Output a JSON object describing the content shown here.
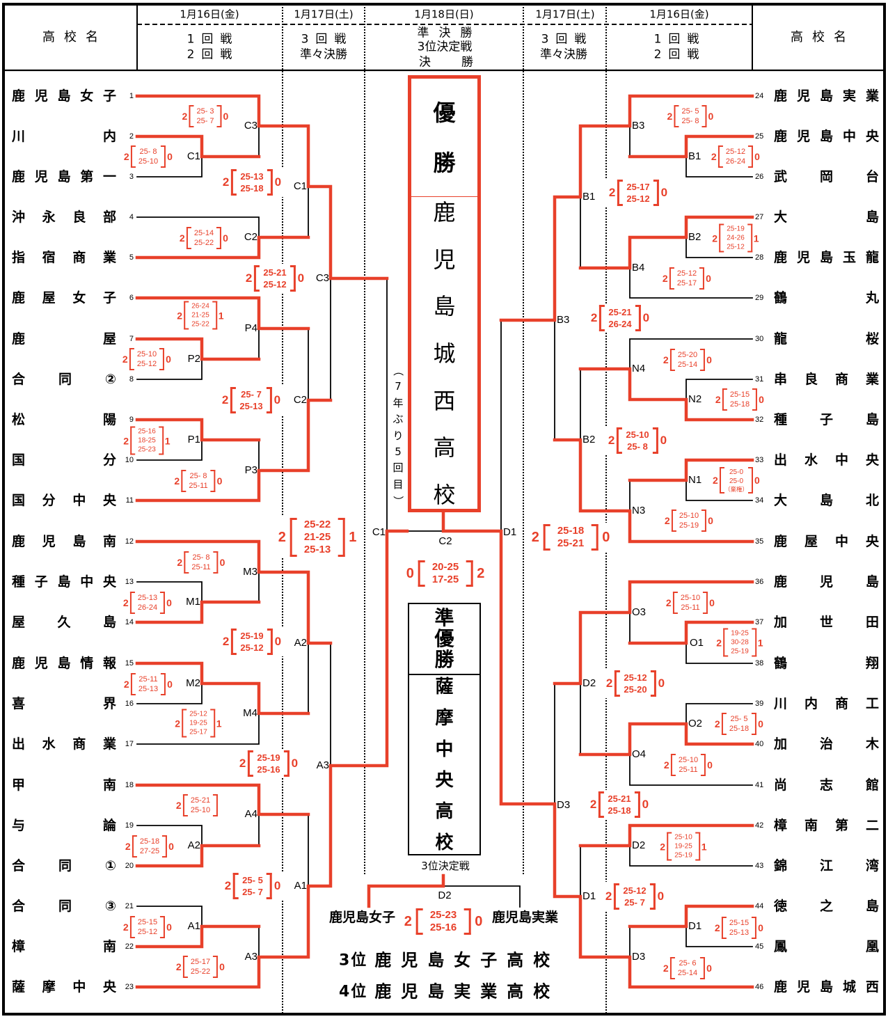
{
  "header": {
    "school_col": "高校名",
    "left_early": {
      "date": "1月16日(金)",
      "rounds": [
        "1回戦",
        "2回戦"
      ]
    },
    "left_late": {
      "date": "1月17日(土)",
      "rounds": [
        "3回戦",
        "準々決勝"
      ]
    },
    "center": {
      "date": "1月18日(日)",
      "rounds": [
        "準決勝",
        "3位決定戦",
        "決勝"
      ]
    },
    "right_late": {
      "date": "1月17日(土)",
      "rounds": [
        "3回戦",
        "準々決勝"
      ]
    },
    "right_early": {
      "date": "1月16日(金)",
      "rounds": [
        "1回戦",
        "2回戦"
      ]
    }
  },
  "colors": {
    "winner_path": "#e8402a",
    "loser_path": "#000000"
  },
  "teams": [
    {
      "no": "1",
      "name": "鹿児島女子"
    },
    {
      "no": "2",
      "name": "川内"
    },
    {
      "no": "3",
      "name": "鹿児島第一"
    },
    {
      "no": "4",
      "name": "沖永良部"
    },
    {
      "no": "5",
      "name": "指宿商業"
    },
    {
      "no": "6",
      "name": "鹿屋女子"
    },
    {
      "no": "7",
      "name": "鹿屋"
    },
    {
      "no": "8",
      "name": "合同②"
    },
    {
      "no": "9",
      "name": "松陽"
    },
    {
      "no": "10",
      "name": "国分"
    },
    {
      "no": "11",
      "name": "国分中央"
    },
    {
      "no": "12",
      "name": "鹿児島南"
    },
    {
      "no": "13",
      "name": "種子島中央"
    },
    {
      "no": "14",
      "name": "屋久島"
    },
    {
      "no": "15",
      "name": "鹿児島情報"
    },
    {
      "no": "16",
      "name": "喜界"
    },
    {
      "no": "17",
      "name": "出水商業"
    },
    {
      "no": "18",
      "name": "甲南"
    },
    {
      "no": "19",
      "name": "与論"
    },
    {
      "no": "20",
      "name": "合同①"
    },
    {
      "no": "21",
      "name": "合同③"
    },
    {
      "no": "22",
      "name": "樟南"
    },
    {
      "no": "23",
      "name": "薩摩中央"
    },
    {
      "no": "24",
      "name": "鹿児島実業"
    },
    {
      "no": "25",
      "name": "鹿児島中央"
    },
    {
      "no": "26",
      "name": "武岡台"
    },
    {
      "no": "27",
      "name": "大島"
    },
    {
      "no": "28",
      "name": "鹿児島玉龍"
    },
    {
      "no": "29",
      "name": "鶴丸"
    },
    {
      "no": "30",
      "name": "龍桜"
    },
    {
      "no": "31",
      "name": "串良商業"
    },
    {
      "no": "32",
      "name": "種子島"
    },
    {
      "no": "33",
      "name": "出水中央"
    },
    {
      "no": "34",
      "name": "大島北"
    },
    {
      "no": "35",
      "name": "鹿屋中央"
    },
    {
      "no": "36",
      "name": "鹿児島"
    },
    {
      "no": "37",
      "name": "加世田"
    },
    {
      "no": "38",
      "name": "鶴翔"
    },
    {
      "no": "39",
      "name": "川内商工"
    },
    {
      "no": "40",
      "name": "加治木"
    },
    {
      "no": "41",
      "name": "尚志館"
    },
    {
      "no": "42",
      "name": "樟南第二"
    },
    {
      "no": "43",
      "name": "錦江湾"
    },
    {
      "no": "44",
      "name": "徳之島"
    },
    {
      "no": "45",
      "name": "鳳凰"
    },
    {
      "no": "46",
      "name": "鹿児島城西"
    }
  ],
  "matches": {
    "L_r1_C1": {
      "label": "C1",
      "round": "1回戦",
      "teams": [
        2,
        3
      ],
      "winner": 2,
      "left_score": "2",
      "sets": [
        "25- 8",
        "25-10"
      ],
      "right_score": "0"
    },
    "L_r2_C3": {
      "label": "C3",
      "round": "2回戦",
      "teams": [
        1,
        2
      ],
      "winner": 1,
      "left_score": "2",
      "sets": [
        "25- 3",
        "25- 7"
      ],
      "right_score": "0"
    },
    "L_r2_C2": {
      "label": "C2",
      "round": "2回戦",
      "teams": [
        4,
        5
      ],
      "winner": 5,
      "left_score": "2",
      "sets": [
        "25-14",
        "25-22"
      ],
      "right_score": "0"
    },
    "L_r3_C1": {
      "label": "C1",
      "round": "3回戦",
      "teams": [
        1,
        5
      ],
      "winner": 1,
      "left_score": "2",
      "sets": [
        "25-13",
        "25-18"
      ],
      "right_score": "0"
    },
    "L_qf_C3": {
      "label": "C3",
      "round": "準々決勝",
      "teams": [
        1,
        11
      ],
      "winner": 1,
      "left_score": "2",
      "sets": [
        "25-21",
        "25-12"
      ],
      "right_score": "0"
    },
    "L_r2_P4": {
      "label": "P4",
      "round": "2回戦",
      "teams": [
        6,
        7
      ],
      "winner": 6,
      "left_score": "2",
      "sets": [
        "26-24",
        "21-25",
        "25-22"
      ],
      "right_score": "1"
    },
    "L_r1_P2": {
      "label": "P2",
      "round": "1回戦",
      "teams": [
        7,
        8
      ],
      "winner": 7,
      "left_score": "2",
      "sets": [
        "25-10",
        "25-12"
      ],
      "right_score": "0"
    },
    "L_r3_C2": {
      "label": "C2",
      "round": "3回戦",
      "teams": [
        6,
        11
      ],
      "winner": 11,
      "left_score": "2",
      "sets": [
        "25- 7",
        "25-13"
      ],
      "right_score": "0"
    },
    "L_r1_P1": {
      "label": "P1",
      "round": "1回戦",
      "teams": [
        9,
        10
      ],
      "winner": 9,
      "left_score": "2",
      "sets": [
        "25-16",
        "18-25",
        "25-23"
      ],
      "right_score": "1"
    },
    "L_r2_P3": {
      "label": "P3",
      "round": "2回戦",
      "teams": [
        9,
        11
      ],
      "winner": 11,
      "left_score": "2",
      "sets": [
        "25- 8",
        "25-11"
      ],
      "right_score": "0"
    },
    "L_sf_C1": {
      "label": "C1",
      "round": "準決勝",
      "teams": [
        1,
        23
      ],
      "winner": 23,
      "left_score": "2",
      "sets": [
        "25-22",
        "21-25",
        "25-13"
      ],
      "right_score": "1"
    },
    "L_r2_M3": {
      "label": "M3",
      "round": "2回戦",
      "teams": [
        12,
        14
      ],
      "winner": 12,
      "left_score": "2",
      "sets": [
        "25- 8",
        "25-11"
      ],
      "right_score": "0"
    },
    "L_r1_M1": {
      "label": "M1",
      "round": "1回戦",
      "teams": [
        13,
        14
      ],
      "winner": 14,
      "left_score": "2",
      "sets": [
        "25-13",
        "26-24"
      ],
      "right_score": "0"
    },
    "L_r3_A2": {
      "label": "A2",
      "round": "3回戦",
      "teams": [
        12,
        15
      ],
      "winner": 12,
      "left_score": "2",
      "sets": [
        "25-19",
        "25-12"
      ],
      "right_score": "0"
    },
    "L_r1_M2": {
      "label": "M2",
      "round": "1回戦",
      "teams": [
        15,
        16
      ],
      "winner": 15,
      "left_score": "2",
      "sets": [
        "25-11",
        "25-13"
      ],
      "right_score": "0"
    },
    "L_r2_M4": {
      "label": "M4",
      "round": "2回戦",
      "teams": [
        15,
        17
      ],
      "winner": 15,
      "left_score": "2",
      "sets": [
        "25-12",
        "19-25",
        "25-17"
      ],
      "right_score": "1"
    },
    "L_qf_A3": {
      "label": "A3",
      "round": "準々決勝",
      "teams": [
        12,
        23
      ],
      "winner": 23,
      "left_score": "2",
      "sets": [
        "25-19",
        "25-16"
      ],
      "right_score": "0"
    },
    "L_r2_A4": {
      "label": "A4",
      "round": "2回戦",
      "teams": [
        18,
        20
      ],
      "winner": 18,
      "left_score": "2",
      "sets": [
        "25-21",
        "25-10"
      ],
      "right_score": ""
    },
    "L_r1_A2": {
      "label": "A2",
      "round": "1回戦",
      "teams": [
        19,
        20
      ],
      "winner": 20,
      "left_score": "2",
      "sets": [
        "25-18",
        "27-25"
      ],
      "right_score": "0"
    },
    "L_r3_A1": {
      "label": "A1",
      "round": "3回戦",
      "teams": [
        18,
        23
      ],
      "winner": 23,
      "left_score": "2",
      "sets": [
        "25- 5",
        "25- 7"
      ],
      "right_score": "0"
    },
    "L_r1_A1": {
      "label": "A1",
      "round": "1回戦",
      "teams": [
        21,
        22
      ],
      "winner": 22,
      "left_score": "2",
      "sets": [
        "25-15",
        "25-12"
      ],
      "right_score": "0"
    },
    "L_r2_A3": {
      "label": "A3",
      "round": "2回戦",
      "teams": [
        22,
        23
      ],
      "winner": 23,
      "left_score": "2",
      "sets": [
        "25-17",
        "25-22"
      ],
      "right_score": "0"
    },
    "R_r2_B3": {
      "label": "B3",
      "round": "2回戦",
      "teams": [
        24,
        25
      ],
      "winner": 24,
      "left_score": "2",
      "sets": [
        "25- 5",
        "25- 8"
      ],
      "right_score": "0"
    },
    "R_r1_B1": {
      "label": "B1",
      "round": "1回戦",
      "teams": [
        25,
        26
      ],
      "winner": 25,
      "left_score": "2",
      "sets": [
        "25-12",
        "26-24"
      ],
      "right_score": "0"
    },
    "R_r3_B1": {
      "label": "B1",
      "round": "3回戦",
      "teams": [
        24,
        27
      ],
      "winner": 24,
      "left_score": "2",
      "sets": [
        "25-17",
        "25-12"
      ],
      "right_score": "0"
    },
    "R_r1_B2": {
      "label": "B2",
      "round": "1回戦",
      "teams": [
        27,
        28
      ],
      "winner": 27,
      "left_score": "2",
      "sets": [
        "25-19",
        "24-26",
        "25-12"
      ],
      "right_score": "1"
    },
    "R_r2_B4": {
      "label": "B4",
      "round": "2回戦",
      "teams": [
        27,
        29
      ],
      "winner": 27,
      "left_score": "2",
      "sets": [
        "25-12",
        "25-17"
      ],
      "right_score": "0"
    },
    "R_qf_B3": {
      "label": "B3",
      "round": "準々決勝",
      "teams": [
        24,
        35
      ],
      "winner": 24,
      "left_score": "2",
      "sets": [
        "25-21",
        "26-24"
      ],
      "right_score": "0"
    },
    "R_r2_N4": {
      "label": "N4",
      "round": "2回戦",
      "teams": [
        30,
        32
      ],
      "winner": 32,
      "left_score": "2",
      "sets": [
        "25-20",
        "25-14"
      ],
      "right_score": "0"
    },
    "R_r1_N2": {
      "label": "N2",
      "round": "1回戦",
      "teams": [
        31,
        32
      ],
      "winner": 32,
      "left_score": "2",
      "sets": [
        "25-15",
        "25-18"
      ],
      "right_score": "0"
    },
    "R_r3_B2": {
      "label": "B2",
      "round": "3回戦",
      "teams": [
        32,
        35
      ],
      "winner": 35,
      "left_score": "2",
      "sets": [
        "25-10",
        "25- 8"
      ],
      "right_score": "0"
    },
    "R_r1_N1": {
      "label": "N1",
      "round": "1回戦",
      "teams": [
        33,
        34
      ],
      "winner": 33,
      "left_score": "2",
      "sets": [
        "25-0",
        "25-0"
      ],
      "note": "（棄権）",
      "right_score": "0"
    },
    "R_r2_N3": {
      "label": "N3",
      "round": "2回戦",
      "teams": [
        33,
        35
      ],
      "winner": 35,
      "left_score": "2",
      "sets": [
        "25-10",
        "25-19"
      ],
      "right_score": "0"
    },
    "R_sf_D1": {
      "label": "D1",
      "round": "準決勝",
      "teams": [
        24,
        46
      ],
      "winner": 46,
      "left_score": "2",
      "sets": [
        "25-18",
        "25-21"
      ],
      "right_score": "0"
    },
    "R_r2_O3": {
      "label": "O3",
      "round": "2回戦",
      "teams": [
        36,
        37
      ],
      "winner": 36,
      "left_score": "2",
      "sets": [
        "25-10",
        "25-11"
      ],
      "right_score": "0"
    },
    "R_r1_O1": {
      "label": "O1",
      "round": "1回戦",
      "teams": [
        37,
        38
      ],
      "winner": 37,
      "left_score": "2",
      "sets": [
        "19-25",
        "30-28",
        "25-19"
      ],
      "right_score": "1"
    },
    "R_r3_D2": {
      "label": "D2",
      "round": "3回戦",
      "teams": [
        36,
        40
      ],
      "winner": 36,
      "left_score": "2",
      "sets": [
        "25-12",
        "25-20"
      ],
      "right_score": "0"
    },
    "R_r1_O2": {
      "label": "O2",
      "round": "1回戦",
      "teams": [
        39,
        40
      ],
      "winner": 40,
      "left_score": "2",
      "sets": [
        "25- 5",
        "25-18"
      ],
      "right_score": "0"
    },
    "R_r2_O4": {
      "label": "O4",
      "round": "2回戦",
      "teams": [
        40,
        41
      ],
      "winner": 40,
      "left_score": "2",
      "sets": [
        "25-10",
        "25-11"
      ],
      "right_score": "0"
    },
    "R_qf_D3": {
      "label": "D3",
      "round": "準々決勝",
      "teams": [
        36,
        46
      ],
      "winner": 46,
      "left_score": "2",
      "sets": [
        "25-21",
        "25-18"
      ],
      "right_score": "0"
    },
    "R_r2_D2": {
      "label": "D2",
      "round": "2回戦",
      "teams": [
        42,
        43
      ],
      "winner": 42,
      "left_score": "2",
      "sets": [
        "25-10",
        "19-25",
        "25-19"
      ],
      "right_score": "1"
    },
    "R_r3_D1": {
      "label": "D1",
      "round": "3回戦",
      "teams": [
        42,
        46
      ],
      "winner": 46,
      "left_score": "2",
      "sets": [
        "25-12",
        "25- 7"
      ],
      "right_score": "0"
    },
    "R_r1_D1": {
      "label": "D1",
      "round": "1回戦",
      "teams": [
        44,
        45
      ],
      "winner": 44,
      "left_score": "2",
      "sets": [
        "25-15",
        "25-13"
      ],
      "right_score": "0"
    },
    "R_r2_D3": {
      "label": "D3",
      "round": "2回戦",
      "teams": [
        44,
        46
      ],
      "winner": 46,
      "left_score": "2",
      "sets": [
        "25- 6",
        "25-14"
      ],
      "right_score": "0"
    }
  },
  "final": {
    "label": "C2",
    "round": "決勝",
    "teams": [
      23,
      46
    ],
    "winner": 46,
    "left_score": "0",
    "sets": [
      "20-25",
      "17-25"
    ],
    "right_score": "2"
  },
  "champion": {
    "title": "優勝",
    "school": "鹿児島城西高校",
    "note": "（7年ぶり5回目）"
  },
  "runner_up": {
    "title": "準優勝",
    "school": "薩摩中央高校"
  },
  "third_place_match": {
    "title": "3位決定戦",
    "label": "D2",
    "left_team": "鹿児島女子",
    "right_team": "鹿児島実業",
    "winner": "鹿児島女子",
    "left_score": "2",
    "sets": [
      "25-23",
      "25-16"
    ],
    "right_score": "0"
  },
  "standings": [
    {
      "rank": "3位",
      "school": "鹿児島女子高校"
    },
    {
      "rank": "4位",
      "school": "鹿児島実業高校"
    }
  ]
}
